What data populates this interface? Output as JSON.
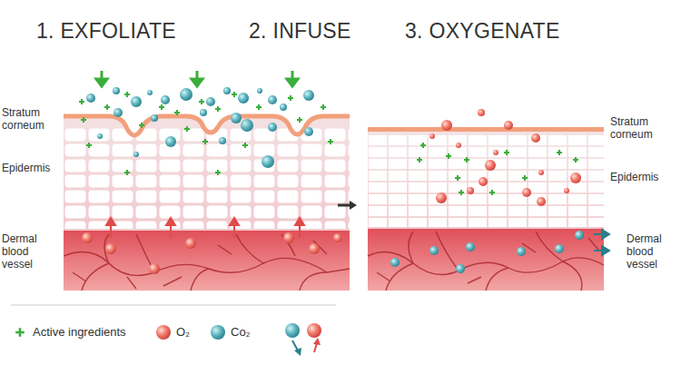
{
  "diagram": {
    "labels": [
      "1. EXFOLIATE",
      "2. INFUSE",
      "3. OXYGENATE",
      "Stratum corneum",
      "Epidermis",
      "Dermal blood vessel",
      "Stratum corneum",
      "Epidermis",
      "Dermal blood vessel"
    ],
    "legend": [
      {
        "text": "Active ingredients"
      },
      {
        "text": "O₂"
      },
      {
        "text": "Co₂"
      }
    ]
  }
}
